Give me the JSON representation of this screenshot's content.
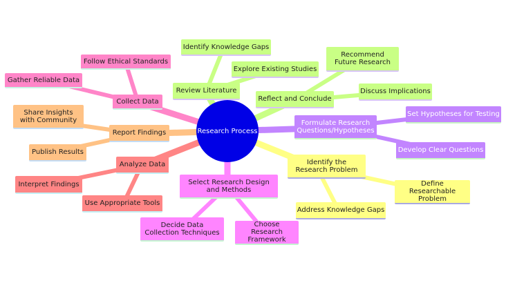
{
  "title": "Research Process",
  "colors": {
    "root": "#0000e6",
    "collect": "#ff85c8",
    "literature": "#c9ff85",
    "report": "#ffc285",
    "analyze": "#ff8585",
    "formulate": "#c285ff",
    "identify": "#ffff85",
    "design": "#ff85ff"
  },
  "branches": [
    {
      "id": "collect",
      "label": "Collect Data",
      "children": [
        "Follow Ethical Standards",
        "Gather Reliable Data"
      ]
    },
    {
      "id": "literature",
      "label": "Review Literature",
      "children": [
        "Identify Knowledge Gaps",
        "Explore Existing Studies"
      ]
    },
    {
      "id": "reflect",
      "label": "Reflect and Conclude",
      "children": [
        "Recommend Future Research",
        "Discuss Implications"
      ]
    },
    {
      "id": "formulate",
      "label": "Formulate Research Questions/Hypotheses",
      "children": [
        "Set Hypotheses for Testing",
        "Develop Clear Questions"
      ]
    },
    {
      "id": "identify",
      "label": "Identify the Research Problem",
      "children": [
        "Define Researchable Problem",
        "Address Knowledge Gaps"
      ]
    },
    {
      "id": "design",
      "label": "Select Research Design and Methods",
      "children": [
        "Decide Data Collection Techniques",
        "Choose Research Framework"
      ]
    },
    {
      "id": "analyze",
      "label": "Analyze Data",
      "children": [
        "Interpret Findings",
        "Use Appropriate Tools"
      ]
    },
    {
      "id": "report",
      "label": "Report Findings",
      "children": [
        "Share Insights with Community",
        "Publish Results"
      ]
    }
  ]
}
